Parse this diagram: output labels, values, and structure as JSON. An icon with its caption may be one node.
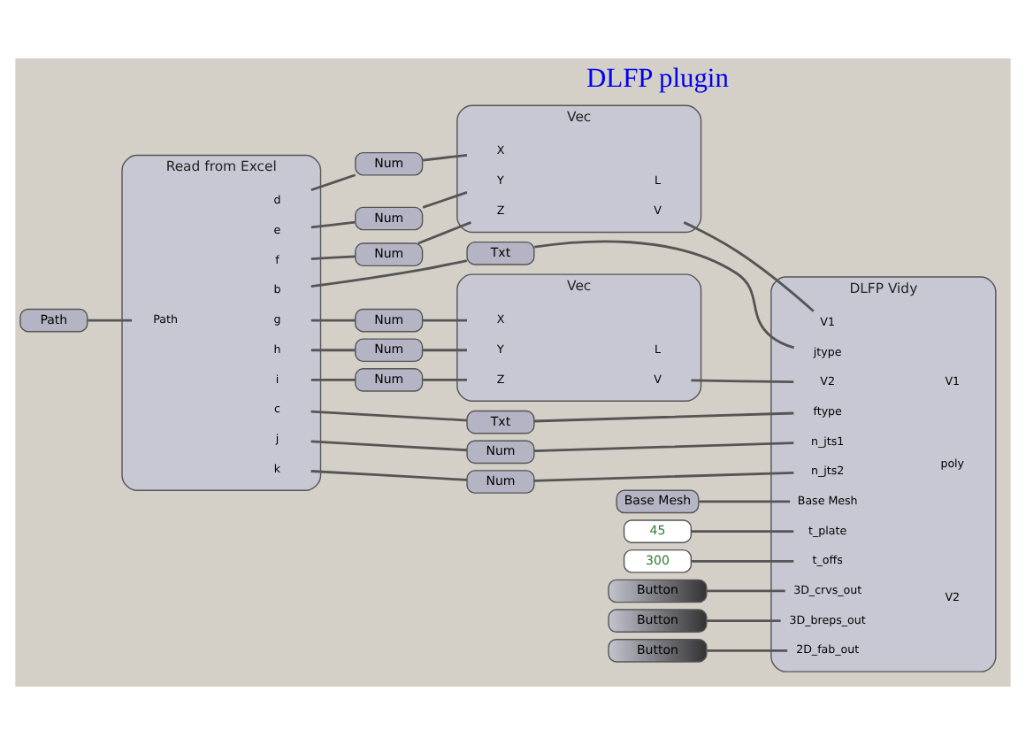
{
  "diagram": {
    "nodes": [
      {
        "text": [
          "Path"
        ]
      },
      {
        "text": [
          "Read from Excel"
        ]
      },
      {
        "text": [
          "Path"
        ],
        "in": 1
      },
      {
        "text": [
          "b"
        ],
        "in": 1
      },
      {
        "text": [
          "c"
        ],
        "in": 1
      },
      {
        "text": [
          "d"
        ],
        "in": 1
      },
      {
        "text": [
          "e"
        ],
        "in": 1
      },
      {
        "text": [
          "f"
        ],
        "in": 1
      },
      {
        "text": [
          "g"
        ],
        "in": 1
      },
      {
        "text": [
          "h"
        ],
        "in": 1
      },
      {
        "text": [
          "i"
        ],
        "in": 1
      },
      {
        "text": [
          "j"
        ],
        "in": 1
      },
      {
        "text": [
          "k"
        ],
        "in": 1
      },
      {
        "text": [
          "Base Mesh"
        ]
      },
      {
        "text": [
          "45"
        ]
      },
      {
        "text": [
          "300"
        ]
      },
      {
        "text": [
          "Txt"
        ]
      },
      {
        "text": [
          "Txt"
        ]
      },
      {
        "text": [
          "Num"
        ]
      },
      {
        "text": [
          "Num"
        ]
      },
      {
        "text": [
          "Num"
        ]
      },
      {
        "text": [
          "Vec"
        ]
      },
      {
        "text": [
          "X"
        ],
        "in": 21
      },
      {
        "text": [
          "Y"
        ],
        "in": 21
      },
      {
        "text": [
          "Z"
        ],
        "in": 21
      },
      {
        "text": [
          "V"
        ],
        "in": 21
      },
      {
        "text": [
          "L"
        ],
        "in": 21
      },
      {
        "text": [
          "Num"
        ]
      },
      {
        "text": [
          "Num"
        ]
      },
      {
        "text": [
          "Num"
        ]
      },
      {
        "text": [
          "Vec"
        ]
      },
      {
        "text": [
          "X"
        ],
        "in": 30
      },
      {
        "text": [
          "Y"
        ],
        "in": 30
      },
      {
        "text": [
          "Z"
        ],
        "in": 30
      },
      {
        "text": [
          "V"
        ],
        "in": 30
      },
      {
        "text": [
          "L"
        ],
        "in": 30
      },
      {
        "text": [
          "Num"
        ]
      },
      {
        "text": [
          "Num"
        ]
      },
      {
        "text": [
          "Button"
        ]
      },
      {
        "text": [
          "Button"
        ]
      },
      {
        "text": [
          "Button"
        ]
      },
      {
        "text": [
          "DLFP Vidy"
        ]
      },
      {
        "text": [
          "Base Mesh"
        ],
        "in": 41
      },
      {
        "text": [
          "t_plate"
        ],
        "in": 41
      },
      {
        "text": [
          "t_offs"
        ],
        "in": 41
      },
      {
        "text": [
          "jtype"
        ],
        "in": 41
      },
      {
        "text": [
          "ftype"
        ],
        "in": 41
      },
      {
        "text": [
          "V1"
        ],
        "in": 41
      },
      {
        "text": [
          "V2"
        ],
        "in": 41
      },
      {
        "text": [
          "n_jts1"
        ],
        "in": 41
      },
      {
        "text": [
          "n_jts2"
        ],
        "in": 41
      },
      {
        "text": [
          "3D_crvs_out"
        ],
        "in": 41
      },
      {
        "text": [
          "3D_breps_out"
        ],
        "in": 41
      },
      {
        "text": [
          "2D_fab_out"
        ],
        "in": 41
      },
      {
        "text": [
          "poly"
        ],
        "in": 41
      },
      {
        "text": [
          "V1"
        ],
        "in": 41
      },
      {
        "text": [
          "V2"
        ],
        "in": 41
      }
    ],
    "edges": [
      {
        "from": 0,
        "to": 2,
        "arrow": "none"
      },
      {
        "from": 3,
        "to": 16,
        "arrow": "none"
      },
      {
        "from": 4,
        "to": 17,
        "arrow": "none"
      },
      {
        "from": 5,
        "to": 18,
        "arrow": "none"
      },
      {
        "from": 6,
        "to": 19,
        "arrow": "none"
      },
      {
        "from": 7,
        "to": 20,
        "arrow": "none"
      },
      {
        "from": 8,
        "to": 27,
        "arrow": "none"
      },
      {
        "from": 9,
        "to": 28,
        "arrow": "none"
      },
      {
        "from": 10,
        "to": 29,
        "arrow": "none"
      },
      {
        "from": 11,
        "to": 36,
        "arrow": "none"
      },
      {
        "from": 12,
        "to": 37,
        "arrow": "none"
      },
      {
        "from": 18,
        "to": 22,
        "arrow": "none"
      },
      {
        "from": 19,
        "to": 23,
        "arrow": "none"
      },
      {
        "from": 20,
        "to": 24,
        "arrow": "none"
      },
      {
        "from": 27,
        "to": 31,
        "arrow": "none"
      },
      {
        "from": 28,
        "to": 32,
        "arrow": "none"
      },
      {
        "from": 29,
        "to": 33,
        "arrow": "none"
      },
      {
        "from": 13,
        "to": 42,
        "arrow": "none"
      },
      {
        "from": 14,
        "to": 43,
        "arrow": "none"
      },
      {
        "from": 15,
        "to": 44,
        "arrow": "none"
      },
      {
        "from": 16,
        "to": 45,
        "arrow": "none"
      },
      {
        "from": 17,
        "to": 46,
        "arrow": "none"
      },
      {
        "from": 25,
        "to": 47,
        "arrow": "none"
      },
      {
        "from": 34,
        "to": 48,
        "arrow": "none"
      },
      {
        "from": 36,
        "to": 49,
        "arrow": "none"
      },
      {
        "from": 37,
        "to": 50,
        "arrow": "none"
      },
      {
        "from": 38,
        "to": 51,
        "arrow": "none"
      },
      {
        "from": 39,
        "to": 52,
        "arrow": "none"
      },
      {
        "from": 40,
        "to": 53,
        "arrow": "none"
      }
    ],
    "labels": [
      "DLFP plugin"
    ]
  }
}
